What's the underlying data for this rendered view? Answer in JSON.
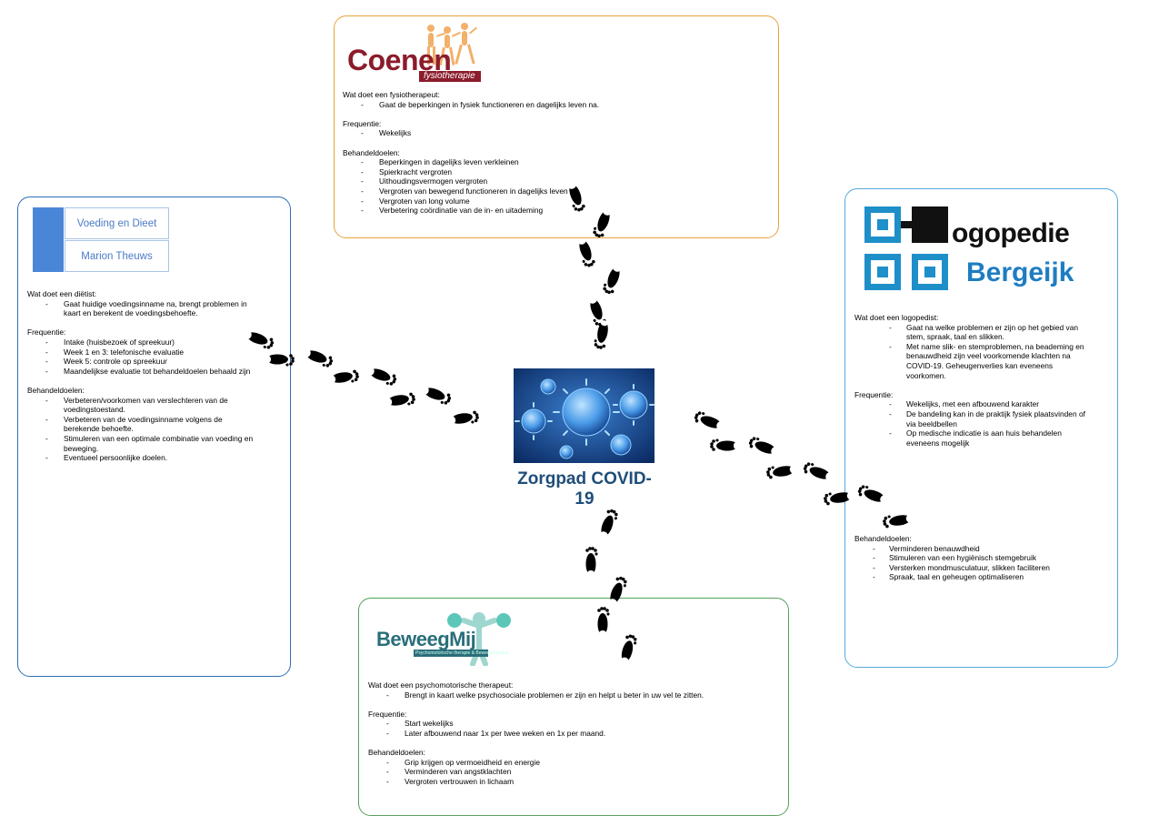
{
  "center": {
    "title": "Zorgpad COVID-19"
  },
  "fysio": {
    "logo_word": "Coenen",
    "logo_sub": "fysiotherapie",
    "q1": "Wat doet een fysiotherapeut:",
    "a1": [
      "Gaat de beperkingen in fysiek functioneren en dagelijks leven na."
    ],
    "q2": "Frequentie:",
    "a2": [
      "Wekelijks"
    ],
    "q3": "Behandeldoelen:",
    "a3": [
      "Beperkingen in dagelijks leven verkleinen",
      "Spierkracht vergroten",
      "Uithoudingsvermogen vergroten",
      "Vergroten van bewegend functioneren in dagelijks leven",
      "Vergroten van long volume",
      " Verbetering coördinatie van de  in- en uitademing"
    ]
  },
  "dieet": {
    "logo_line1": "Voeding en Dieet",
    "logo_line2": "Marion Theuws",
    "q1": "Wat doet een diëtist:",
    "a1": [
      "Gaat huidige voedingsinname na, brengt problemen in kaart en berekent de voedingsbehoefte."
    ],
    "q2": "Frequentie:",
    "a2": [
      "Intake (huisbezoek of spreekuur)",
      "Week 1 en 3: telefonische evaluatie",
      "Week 5: controle op spreekuur",
      "Maandelijkse evaluatie tot behandeldoelen behaald zijn"
    ],
    "q3": "Behandeldoelen:",
    "a3": [
      "Verbeteren/voorkomen van verslechteren van de voedingstoestand.",
      "Verbeteren van de voedingsinname volgens de berekende behoefte.",
      "Stimuleren van een optimale combinatie van voeding en beweging.",
      "Eventueel persoonlijke doelen."
    ]
  },
  "logo": {
    "logo_title": "ogopedie",
    "logo_sub": "Bergeijk",
    "q1": "Wat doet een logopedist:",
    "a1": [
      "Gaat na welke problemen er zijn op het gebied van stem, spraak, taal en slikken.",
      "Met name slik- en stemproblemen, na beademing en benauwdheid zijn veel voorkomende klachten na COVID-19. Geheugenverlies kan eveneens voorkomen."
    ],
    "q2": "Frequentie:",
    "a2": [
      "Wekelijks, met een afbouwend karakter",
      "De bandeling kan in de praktijk fysiek plaatsvinden of via beeldbellen",
      "Op medische indicatie is aan huis behandelen eveneens mogelijk"
    ],
    "q3": "Behandeldoelen:",
    "a3": [
      "Verminderen benauwdheid",
      "Stimuleren van een hygiënisch stemgebruik",
      "Versterken mondmusculatuur, slikken faciliteren",
      "Spraak, taal en geheugen optimaliseren"
    ]
  },
  "pmt": {
    "logo_word": "BeweegMij",
    "logo_sub": "Psychomotorische therapie & Beweegtherapie",
    "q1": "Wat doet een psychomotorische therapeut:",
    "a1": [
      "Brengt in kaart welke psychosociale problemen er  zijn en helpt u beter in uw vel te zitten."
    ],
    "q2": "Frequentie:",
    "a2": [
      "Start wekelijks",
      "Later afbouwend naar 1x per twee weken en 1x per maand."
    ],
    "q3": "Behandeldoelen:",
    "a3": [
      "Grip krijgen op vermoeidheid en energie",
      "Verminderen van  angstklachten",
      "Vergroten vertrouwen in lichaam"
    ]
  },
  "colors": {
    "fysio_border": "#e8a23b",
    "dieet_border": "#2e6db4",
    "logo_border": "#55a9dc",
    "pmt_border": "#55a05a",
    "title": "#1f4e79"
  },
  "icons": [
    "footprints-icon",
    "virus-image",
    "dancers-icon",
    "cross-logo-icon",
    "person-balls-icon"
  ]
}
